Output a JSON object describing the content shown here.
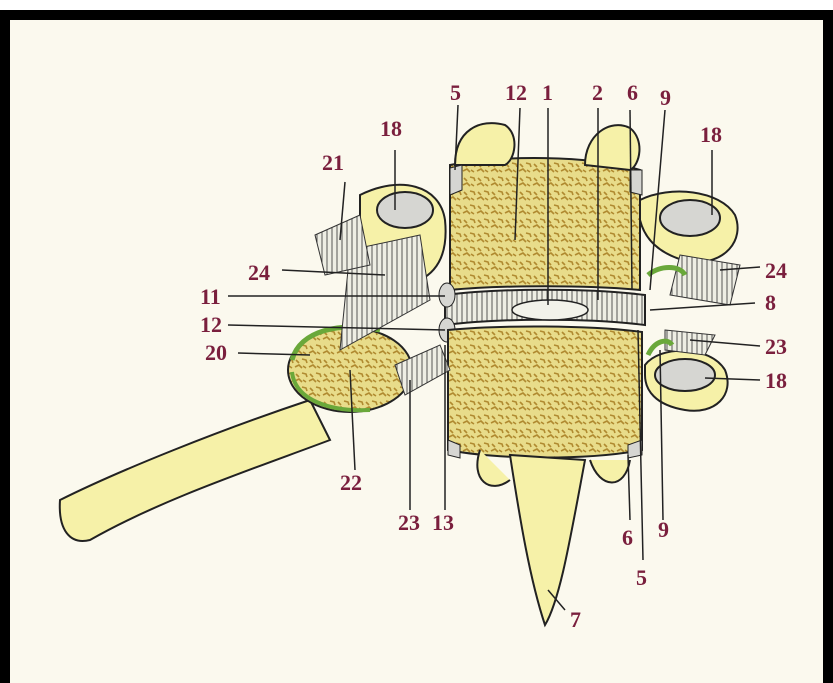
{
  "labels": {
    "l1": "1",
    "l2": "2",
    "l5a": "5",
    "l5b": "5",
    "l6a": "6",
    "l6b": "6",
    "l7": "7",
    "l8": "8",
    "l9a": "9",
    "l9b": "9",
    "l11": "11",
    "l12a": "12",
    "l12b": "12",
    "l13": "13",
    "l18a": "18",
    "l18b": "18",
    "l18c": "18",
    "l20": "20",
    "l21": "21",
    "l22": "22",
    "l23a": "23",
    "l23b": "23",
    "l24a": "24",
    "l24b": "24"
  },
  "colors": {
    "bone": "#f6f1a8",
    "spongy": "#c9a64a",
    "cartilage": "#d6d6d2",
    "ligament_green": "#6aa83a",
    "label": "#7a1f3d",
    "frame": "#000000"
  }
}
